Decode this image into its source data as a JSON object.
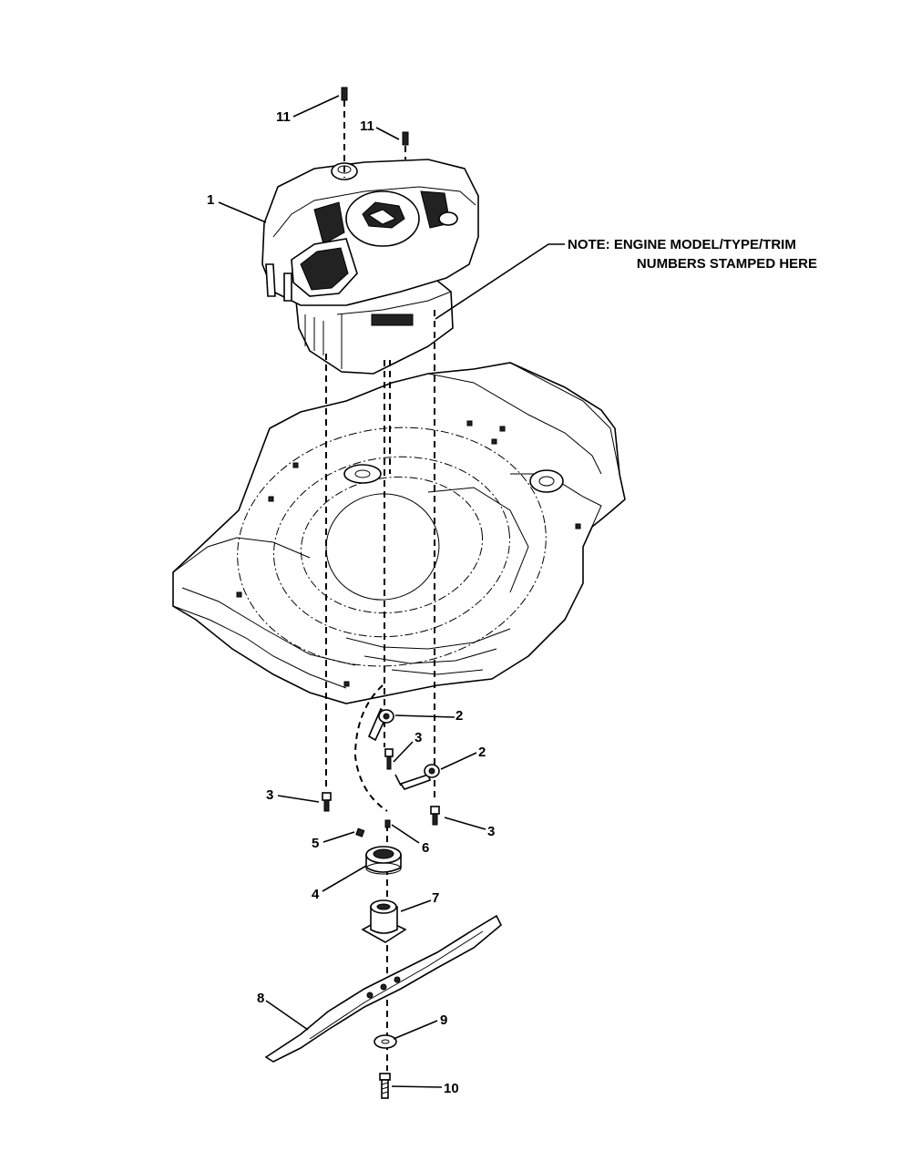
{
  "callouts": {
    "c11a": "11",
    "c11b": "11",
    "c1": "1",
    "c2a": "2",
    "c3a": "3",
    "c2b": "2",
    "c3b": "3",
    "c3c": "3",
    "c5": "5",
    "c6": "6",
    "c4": "4",
    "c7": "7",
    "c8": "8",
    "c9": "9",
    "c10": "10"
  },
  "note": {
    "line1": "NOTE: ENGINE MODEL/TYPE/TRIM",
    "line2": "NUMBERS STAMPED HERE"
  }
}
